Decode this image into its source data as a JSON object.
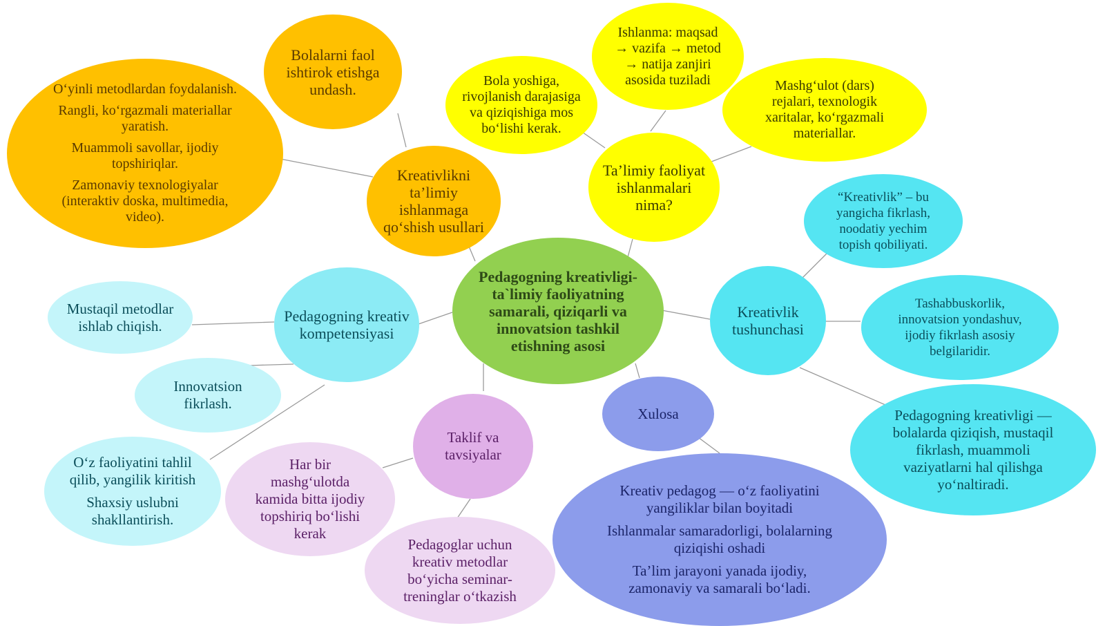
{
  "colors": {
    "orange": "#FFC000",
    "yellow": "#FFFF00",
    "green": "#92D050",
    "cyan": "#55E5F2",
    "light_cyan": "#8CEBF5",
    "pale_cyan": "#C4F5FA",
    "purple": "#E0B0E8",
    "pale_purple": "#EED8F2",
    "periwinkle": "#8C9CEB",
    "connector": "#9A9A9A"
  },
  "center": {
    "text": "Pedagogning kreativligi- ta`limiy faoliyatning samarali, qiziqarli va innovatsion tashkil etishning asosi"
  },
  "branches": {
    "methods": {
      "title": "Kreativlikni ta’limiy ishlanmaga qo‘shish usullari",
      "children": [
        "Bolalarni faol ishtirok etishga undash.",
        [
          "O‘yinli metodlardan foydalanish.",
          "Rangli, ko‘rgazmali materiallar yaratish.",
          "Muammoli savollar, ijodiy topshiriqlar.",
          "Zamonaviy texnologiyalar (interaktiv doska, multimedia, video)."
        ]
      ]
    },
    "activities": {
      "title": "Ta’limiy faoliyat ishlanmalari nima?",
      "children": [
        "Bola yoshiga, rivojlanish darajasiga va qiziqishiga mos bo‘lishi kerak.",
        "Ishlanma: maqsad → vazifa → metod → natija zanjiri asosida tuziladi",
        "Mashg‘ulot (dars) rejalari, texnologik xaritalar, ko‘rgazmali materiallar."
      ]
    },
    "concept": {
      "title": "Kreativlik tushunchasi",
      "children": [
        "“Kreativlik” – bu yangicha fikrlash, noodatiy yechim topish qobiliyati.",
        "Tashabbuskorlik, innovatsion yondashuv, ijodiy fikrlash asosiy belgilaridir.",
        "Pedagogning kreativligi — bolalarda qiziqish, mustaqil fikrlash, muammoli vaziyatlarni hal qilishga yo‘naltiradi."
      ]
    },
    "competence": {
      "title": "Pedagogning kreativ kompetensiyasi",
      "children": [
        "Mustaqil metodlar ishlab chiqish.",
        "Innovatsion fikrlash.",
        [
          "O‘z faoliyatini tahlil qilib, yangilik kiritish",
          "Shaxsiy uslubni shakllantirish."
        ]
      ]
    },
    "proposals": {
      "title": "Taklif va tavsiyalar",
      "children": [
        "Har bir mashg‘ulotda kamida bitta ijodiy topshiriq bo‘lishi kerak",
        "Pedagoglar uchun kreativ metodlar bo‘yicha seminar-treninglar o‘tkazish"
      ]
    },
    "conclusion": {
      "title": "Xulosa",
      "children": [
        [
          "Kreativ pedagog — o‘z faoliyatini yangiliklar bilan boyitadi",
          "Ishlanmalar samaradorligi, bolalarning qiziqishi oshadi",
          "Ta’lim jarayoni yanada ijodiy, zamonaviy va samarali bo‘ladi."
        ]
      ]
    }
  }
}
